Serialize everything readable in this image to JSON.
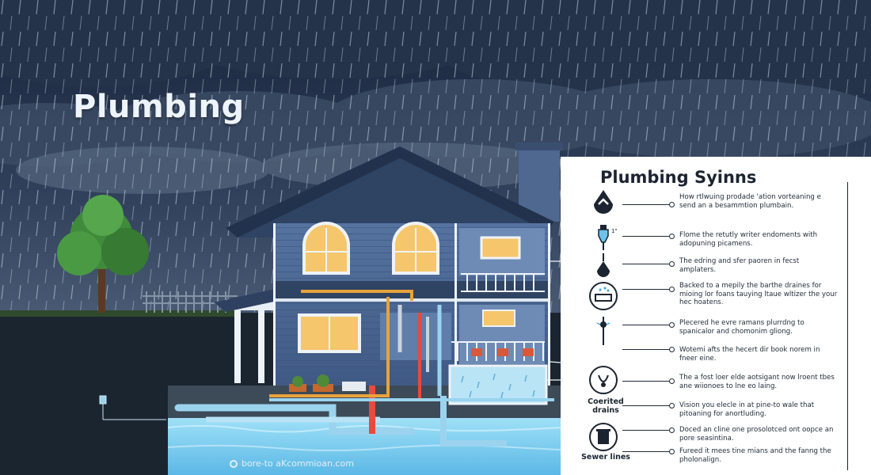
{
  "title": "Plumbing",
  "credit": "bore-to aKcommioan.com",
  "colors": {
    "sky_dark": "#1c2940",
    "cloud": "#4a5b73",
    "house_wall": "#4d6a96",
    "roof": "#27364f",
    "water": "#7fd0f2",
    "pipe_hot": "#e84a3c",
    "pipe_cold": "#9bd3ee",
    "pipe_gas": "#e8a33c",
    "window_light": "#f5c66b",
    "grass": "#4f8a3a",
    "tree": "#3e8a3a",
    "panel_bg": "#ffffff"
  },
  "panel": {
    "title": "Plumbing Syinns",
    "icons": [
      {
        "name": "water-drop-icon"
      },
      {
        "name": "faucet-icon"
      },
      {
        "name": "drop-valve-icon"
      },
      {
        "name": "bathtub-icon",
        "label": ""
      },
      {
        "name": "shower-valve-icon"
      },
      {
        "name": "drain-icon",
        "label": "Coerited drains"
      },
      {
        "name": "sewer-bin-icon",
        "label": "Sewer lines"
      }
    ],
    "entries": [
      "How rtlwuing prodade 'ation vorteaning e send an a besammtion plumbain.",
      "Flome the retutly writer endoments with adopuning picamens.",
      "The edring and sfer paoren in fecst amplaters.",
      "Backed to a mepily the barthe draines for mioing lor foans tauying ltaue wltizer the your hec hoatens.",
      "Plecered he evre ramans plurrdng to spanicalor and chomonim gliong.",
      "Wotemi afts the hecert dir book norem in fneer eine.",
      "The a fost loer elde aotsigant now lroent tbes ane wiionoes to lne eo laing.",
      "Vision you elecle in at pine-to wale that pitoaning for anortluding.",
      "Doced an cline one prosolotced ont oopce an pore seasintina.",
      "Fureed it mees tine mians and the fanng the pholonalign."
    ]
  }
}
